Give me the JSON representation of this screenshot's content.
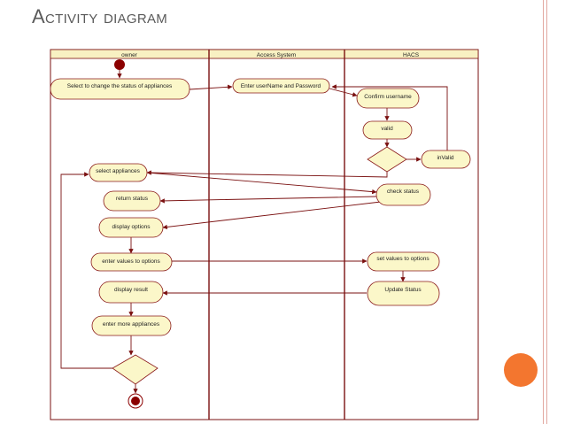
{
  "slide": {
    "title": "Activity diagram"
  },
  "diagram": {
    "swimlanes": [
      "owner",
      "Access System",
      "HACS"
    ],
    "activities": {
      "select_change_status": "Select to change the status of appliances",
      "enter_username_password": "Enter userName and Password",
      "confirm_username": "Confirm username",
      "valid": "valid",
      "invalid": "inValid",
      "select_appliances": "select appliances",
      "check_status": "check status",
      "return_status": "return status",
      "display_options": "display options",
      "enter_values": "enter values to options",
      "set_values": "set values to options",
      "display_result": "display result",
      "update_status": "Update Status",
      "enter_more": "enter more appliances"
    }
  },
  "colors": {
    "line": "#7a1010",
    "lane_header": "#f8f1c2",
    "node_fill": "#fbf7c9",
    "node_stroke": "#8a1a1a",
    "start_node": "#8b0000",
    "accent_circle": "#f3762f"
  }
}
